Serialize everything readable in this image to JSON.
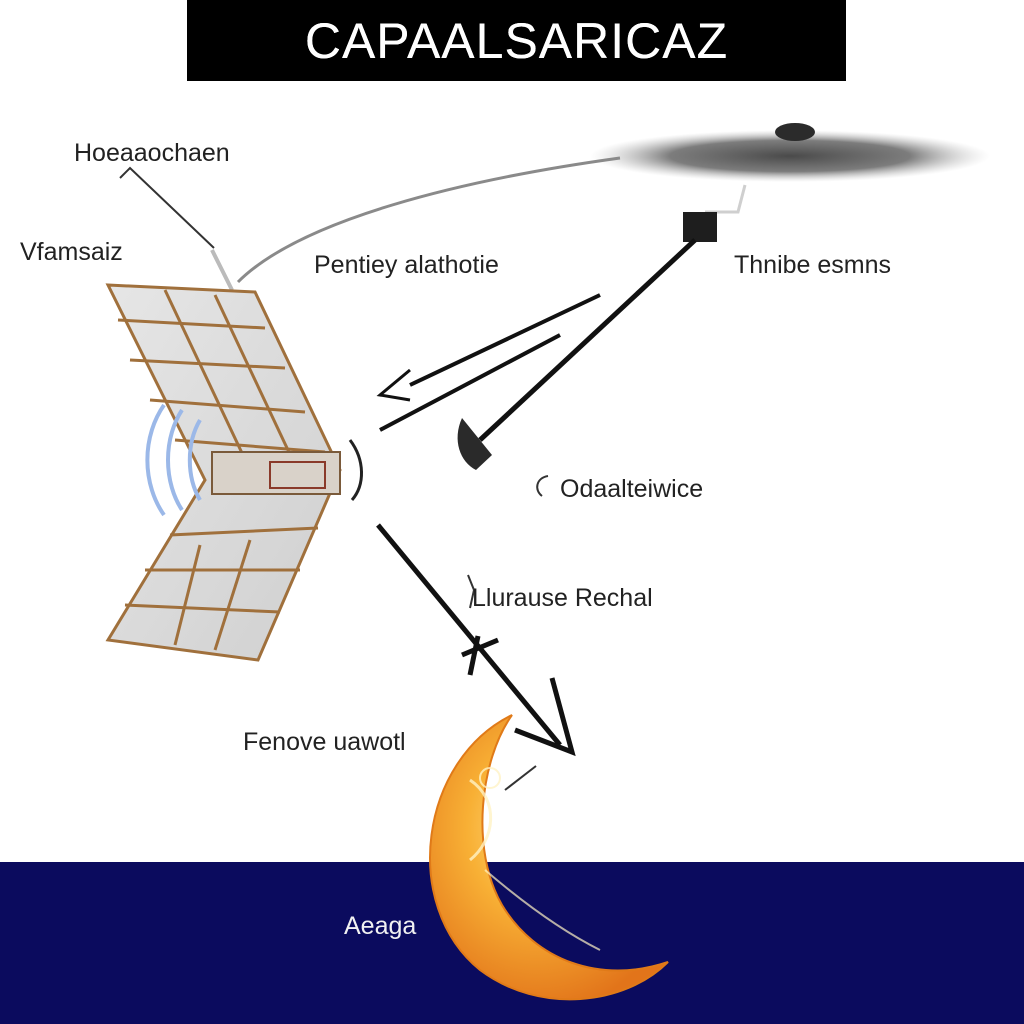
{
  "title": "CAPAALSARICAZ",
  "labels": {
    "top_left": "Hoeaaochaen",
    "left_mid": "Vfamsaiz",
    "center_top": "Pentiey alathotie",
    "right_top": "Thnibe esmns",
    "right_mid": "Odaalteiwice",
    "lower_center": "Llurause Rechal",
    "lower_left": "Fenove uawotl",
    "bottom": "Aeaga"
  },
  "colors": {
    "title_bar": "#000000",
    "band": "#0b0b5e",
    "panel_frame": "#a0703c",
    "moon": "#f39a1e",
    "signal": "#9bb8e8"
  }
}
